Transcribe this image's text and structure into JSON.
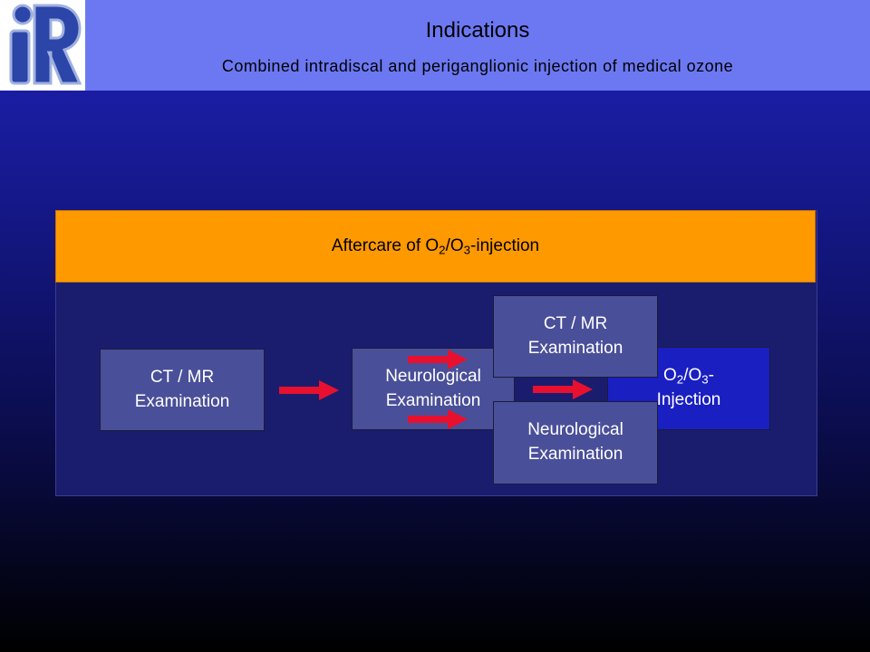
{
  "header": {
    "title": "Indications",
    "subtitle": "Combined intradiscal and periganglionic injection of medical ozone",
    "logo_text": "iR"
  },
  "banner": {
    "prefix": "Aftercare of O",
    "sub1": "2",
    "mid": "/O",
    "sub2": "3",
    "suffix": "-injection"
  },
  "flow": {
    "box1": {
      "line1": "CT / MR",
      "line2": "Examination"
    },
    "box2": {
      "line1": "Neurological",
      "line2": "Examination"
    },
    "box3": {
      "pre": "O",
      "sub1": "2",
      "mid": "/O",
      "sub2": "3",
      "post": "-",
      "line2": "Injection"
    },
    "box4": {
      "line1": "CT / MR",
      "line2": "Examination"
    },
    "box5": {
      "line1": "Neurological",
      "line2": "Examination"
    }
  },
  "colors": {
    "header_bg": "#6c78f2",
    "banner": "#ff9900",
    "box_gray": "#4a4f99",
    "box_blue": "#1a1fc2",
    "arrow": "#e8102f"
  }
}
